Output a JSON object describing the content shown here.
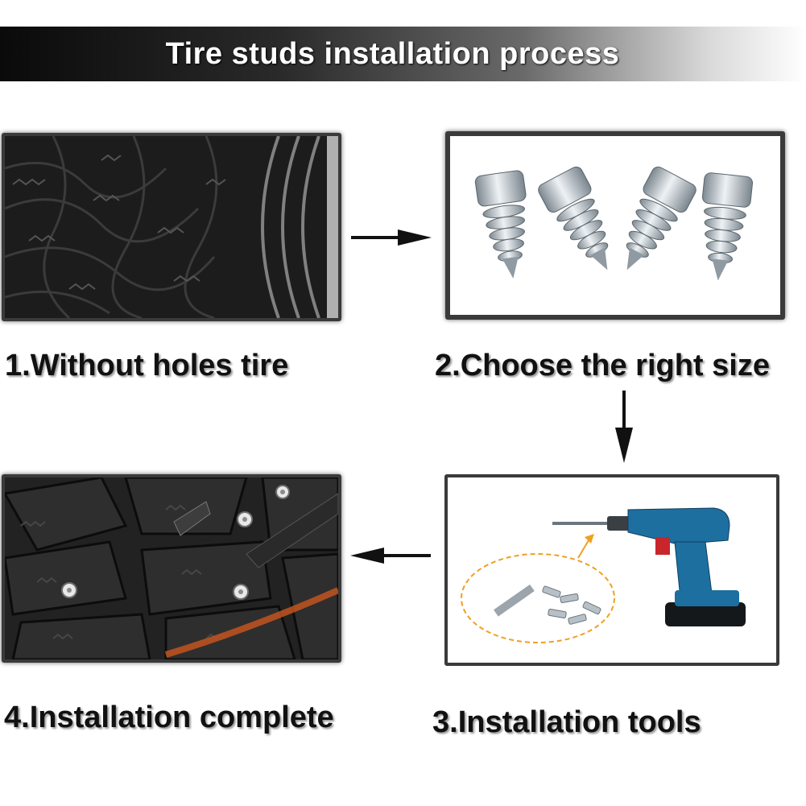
{
  "header": {
    "title": "Tire studs installation process"
  },
  "steps": [
    {
      "caption": "1.Without holes tire"
    },
    {
      "caption": "2.Choose the right size"
    },
    {
      "caption": "3.Installation tools"
    },
    {
      "caption": "4.Installation complete"
    }
  ],
  "colors": {
    "title_bar": "#0a0a0a",
    "panel_border": "#3a3a3a",
    "arrow": "#111111",
    "drill_blue": "#1d6fa0",
    "drill_red": "#c8262a",
    "highlight_orange": "#f0a020"
  },
  "icons": [
    "right-arrow-icon",
    "down-arrow-icon",
    "left-arrow-icon"
  ]
}
